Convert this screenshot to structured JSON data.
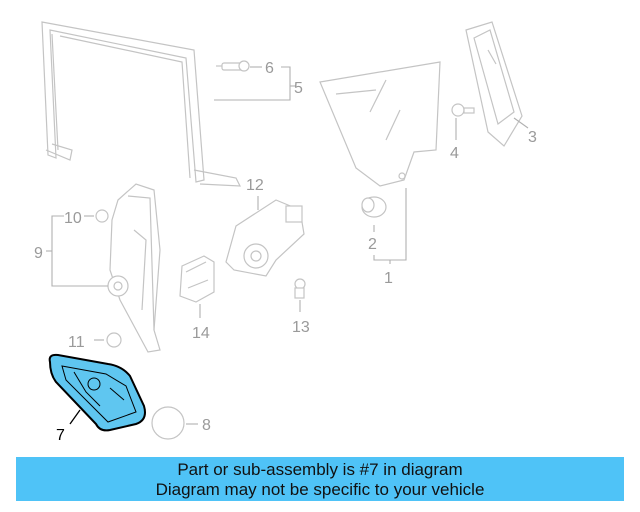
{
  "diagram": {
    "callouts": {
      "c1": "1",
      "c2": "2",
      "c3": "3",
      "c4": "4",
      "c5": "5",
      "c6": "6",
      "c7": "7",
      "c8": "8",
      "c9": "9",
      "c10": "10",
      "c11": "11",
      "c12": "12",
      "c13": "13",
      "c14": "14"
    },
    "highlighted_part": "7",
    "colors": {
      "highlight_outline": "#000000",
      "highlight_fill": "#5fc6f0",
      "parts_outline": "#c4c4c4",
      "banner_bg": "#4fc3f7"
    }
  },
  "banner": {
    "line1": "Part or sub-assembly is #7 in diagram",
    "line2": "Diagram may not be specific to your vehicle"
  }
}
